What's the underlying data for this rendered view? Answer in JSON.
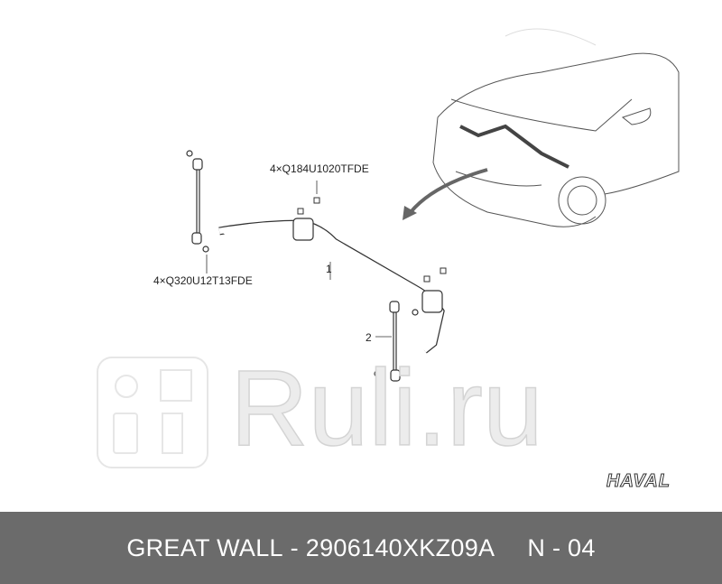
{
  "diagram": {
    "callouts": {
      "bolt_top": "4×Q184U1020TFDE",
      "nut_left": "4×Q320U12T13FDE",
      "part_1": "1",
      "part_2": "2"
    }
  },
  "watermark": {
    "text": "Ruli.ru"
  },
  "brand_logo": {
    "text": "HAVAL"
  },
  "footer": {
    "brand": "GREAT WALL",
    "dash": "-",
    "part_number": "2906140XKZ09A",
    "ref": "N - 04"
  },
  "colors": {
    "footer_bg": "#6b6b6b",
    "footer_text": "#ffffff",
    "line": "#333333",
    "watermark": "#e3e3e3",
    "arrow": "#666666"
  }
}
